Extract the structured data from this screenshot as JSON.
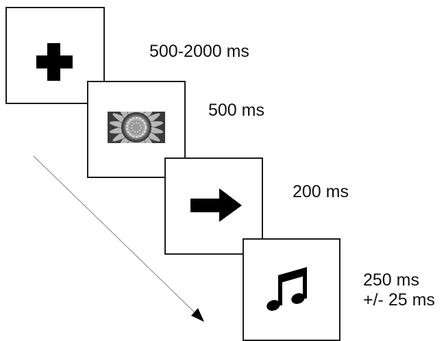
{
  "colors": {
    "stimulus": "#000000",
    "frame_border": "#1a1a1a",
    "time_arrow": "#9a9a9a"
  },
  "icons": [
    "fixation-cross-icon",
    "flower-image",
    "right-arrow-icon",
    "music-note-icon"
  ],
  "frames": [
    {
      "stimulus": "fixation cross",
      "duration": "500-2000 ms"
    },
    {
      "stimulus": "flower image",
      "duration": "500 ms"
    },
    {
      "stimulus": "right arrow",
      "duration": "200 ms"
    },
    {
      "stimulus": "music note",
      "duration": "250 ms",
      "duration_2": "+/- 25 ms"
    }
  ]
}
